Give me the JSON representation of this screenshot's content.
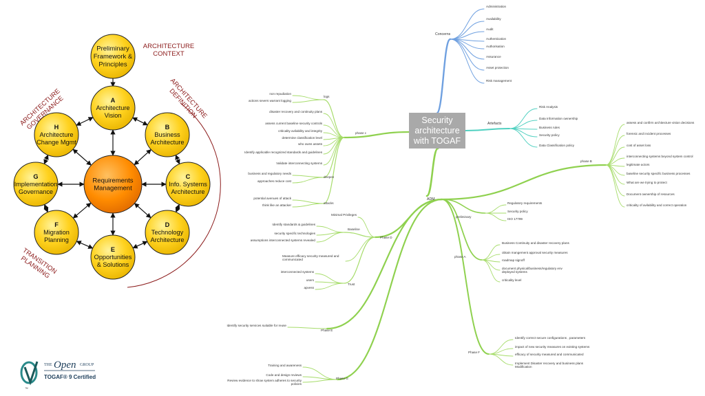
{
  "togaf": {
    "context_label": "ARCHITECTURE\nCONTEXT",
    "governance_label": "ARCHITECTURE\nGOVERNANCE",
    "definition_label": "ARCHITECTURE\nDEFINITION",
    "transition_label": "TRANSITION\nPLANNING",
    "nodes": [
      {
        "id": "prelim",
        "letter": "",
        "text": "Preliminary\nFramework &\nPrinciples"
      },
      {
        "id": "A",
        "letter": "A",
        "text": "Architecture\nVision"
      },
      {
        "id": "B",
        "letter": "B",
        "text": "Business\nArchitecture"
      },
      {
        "id": "C",
        "letter": "C",
        "text": "Info. Systems\nArchitecture"
      },
      {
        "id": "D",
        "letter": "D",
        "text": "Technology\nArchitecture"
      },
      {
        "id": "E",
        "letter": "E",
        "text": "Opportunities\n& Solutions"
      },
      {
        "id": "F",
        "letter": "F",
        "text": "Migration\nPlanning"
      },
      {
        "id": "G",
        "letter": "G",
        "text": "Implementation\nGovernance"
      },
      {
        "id": "H",
        "letter": "H",
        "text": "Architecture\nChange Mgmt"
      },
      {
        "id": "center",
        "letter": "",
        "text": "Requirements\nManagement"
      }
    ],
    "colors": {
      "node": "#ffd21f",
      "center": "#ff8c00",
      "label": "#8b1a1a"
    }
  },
  "logo": {
    "brand_top": "THE",
    "brand_open": "Open",
    "brand_group": "GROUP",
    "certified": "TOGAF® 9 Certified",
    "tm": "™"
  },
  "mindmap": {
    "center": "Security\narchitecture\nwith TOGAF",
    "concerns": {
      "label": "Concerns",
      "items": [
        "Administration",
        "Availability",
        "Audit",
        "Authentication",
        "Authorisation",
        "Assurance",
        "Asset protection",
        "Risk management"
      ]
    },
    "artefacts": {
      "label": "Artefacts",
      "items": [
        "Risk Analysis",
        "Data Information ownership",
        "Business rules",
        "Security policy",
        "Data Classification policy"
      ]
    },
    "adm_label": "ADM",
    "phase_c": {
      "label": "phase c",
      "logs": {
        "label": "logs",
        "items": [
          "non repudiation",
          "actions severs warrant logging"
        ]
      },
      "items": [
        "disaster recovery and continuity plans",
        "assess current baseline security controls",
        "criticality avilability and integrity",
        "determine classification level",
        "who owns assets",
        "Identify applicable recognized standards and guidelines",
        "Validate interconnecting systems"
      ],
      "deepen": {
        "label": "deepen",
        "items": [
          "business and regulatory needs",
          "approaches reduce cost"
        ]
      },
      "attacks": {
        "label": "attacks",
        "items": [
          "potential avenues of attack",
          "think like an attacker"
        ]
      }
    },
    "phase_d": {
      "label": "Phase D",
      "minimal": "Minimal Privileges",
      "baseline": {
        "label": "Baseline",
        "items": [
          "Identify standards & guidelines",
          "security specific technologies",
          "assumptions interconnected systems revealed"
        ]
      },
      "measure": "Measure efficacy security measured and communicated",
      "trust": {
        "label": "Trust",
        "items": [
          "interconnected systems",
          "users",
          "apvess"
        ]
      }
    },
    "phase_e": {
      "label": "Phase E",
      "items": [
        "Identify security services suitable for reuse"
      ]
    },
    "phase_g": {
      "label": "Phase G",
      "items": [
        "Training and awareness",
        "Code and design reviews",
        "Review evidence to show system adheres to security policies"
      ]
    },
    "phase_b": {
      "label": "phase B",
      "items": [
        "assess and confirm architecture vision decisions",
        "forensic and incident processes",
        "cost of asset loss",
        "interconnecting systems beyond system control",
        "legitimate actors",
        "baseline security specific business processes",
        "What are we trying to protect",
        "Document ownership of resources",
        "criticality of avilability and correct operation"
      ]
    },
    "preliminary": {
      "label": "preliminary",
      "items": [
        "Regulatory requirements",
        "Security policy",
        "ISO 17799"
      ]
    },
    "phase_a": {
      "label": "phase A",
      "items": [
        "Business Continuity and disaster recovery plans",
        "obtain mangement approval security measures",
        "roadmap signoff",
        "document physical/business/regulatory env deployed systems",
        "criticality level"
      ]
    },
    "phase_f": {
      "label": "Phase F",
      "items": [
        "Identify correct secure configurations , parameters",
        "impact of new security measures on existing systems",
        "efficacy of security measured and communicated",
        "Implement Disaster recovery and business plans Modification"
      ]
    }
  }
}
